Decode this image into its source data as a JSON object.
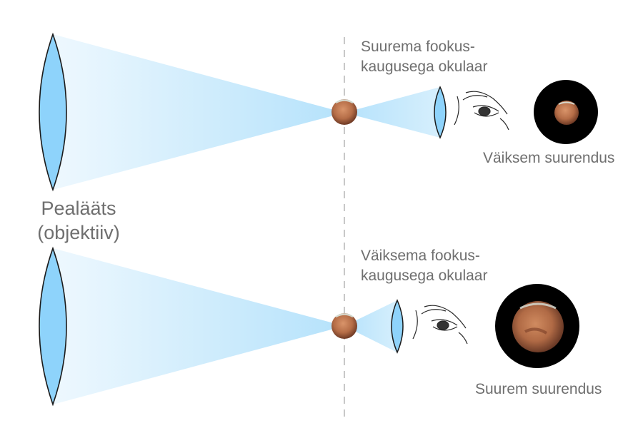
{
  "labels": {
    "objective_line1": "Pealääts",
    "objective_line2": "(objektiiv)",
    "top_eyepiece_line1": "Suurema fookus-",
    "top_eyepiece_line2": "kaugusega okulaar",
    "top_result": "Väiksem suurendus",
    "bottom_eyepiece_line1": "Väiksema fookus-",
    "bottom_eyepiece_line2": "kaugusega okulaar",
    "bottom_result": "Suurem suurendus"
  },
  "colors": {
    "lens_fill": "#8ed3fb",
    "lens_stroke": "#1a1a1a",
    "beam": "#bfe6fb",
    "planet": "#c07a55",
    "planet_dark": "#8a4a30",
    "view_bg": "#000000",
    "focal_line": "#c8c8c8",
    "text": "#6f6f6f"
  },
  "icons": [
    "objective-lens-icon",
    "eyepiece-lens-icon",
    "eye-icon",
    "mars-planet-icon"
  ]
}
